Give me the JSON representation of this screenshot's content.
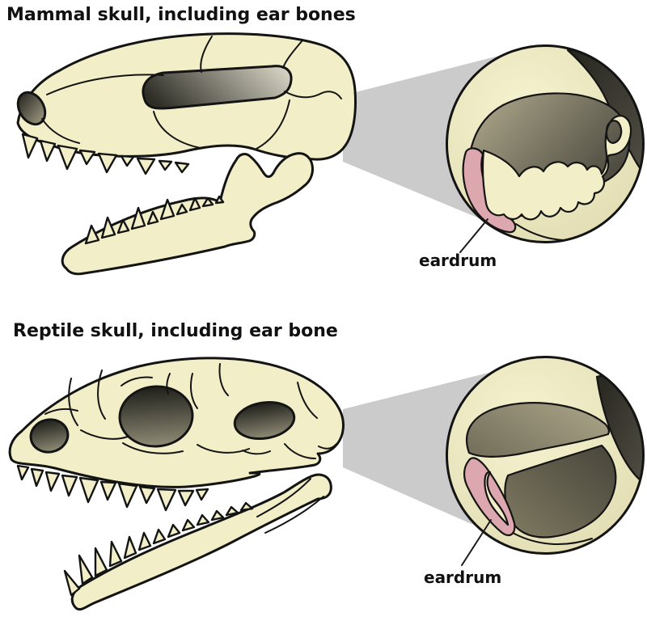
{
  "palette": {
    "background": "#ffffff",
    "bone": "#f2efc8",
    "outline": "#141414",
    "eardrum_pink": "#dca7ae",
    "beam_gray": "#cbcbcb",
    "opening_dark": "#21201b",
    "opening_light": "#8f8b76",
    "cavity_light": "#b2ac8e",
    "cavity_dark": "#45423a",
    "wedge_black": "#25241d",
    "text": "#111111"
  },
  "mammal": {
    "title": "Mammal skull, including ear bones",
    "inset": {
      "eardrum_label": "eardrum"
    }
  },
  "reptile": {
    "title": "Reptile skull, including ear bone",
    "inset": {
      "eardrum_label": "eardrum"
    }
  }
}
